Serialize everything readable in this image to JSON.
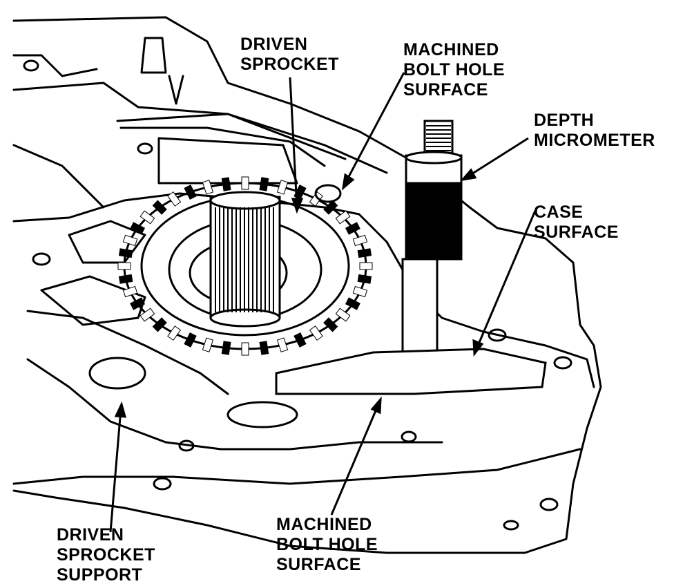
{
  "labels": {
    "driven_sprocket": [
      "DRIVEN",
      "SPROCKET"
    ],
    "machined_bolt_hole_top": [
      "MACHINED",
      "BOLT HOLE",
      "SURFACE"
    ],
    "depth_micrometer": [
      "DEPTH",
      "MICROMETER"
    ],
    "case_surface": [
      "CASE",
      "SURFACE"
    ],
    "driven_sprocket_support": [
      "DRIVEN",
      "SPROCKET",
      "SUPPORT"
    ],
    "machined_bolt_hole_bottom": [
      "MACHINED",
      "BOLT HOLE",
      "SURFACE"
    ]
  },
  "colors": {
    "ink": "#000000",
    "paper": "#ffffff"
  }
}
